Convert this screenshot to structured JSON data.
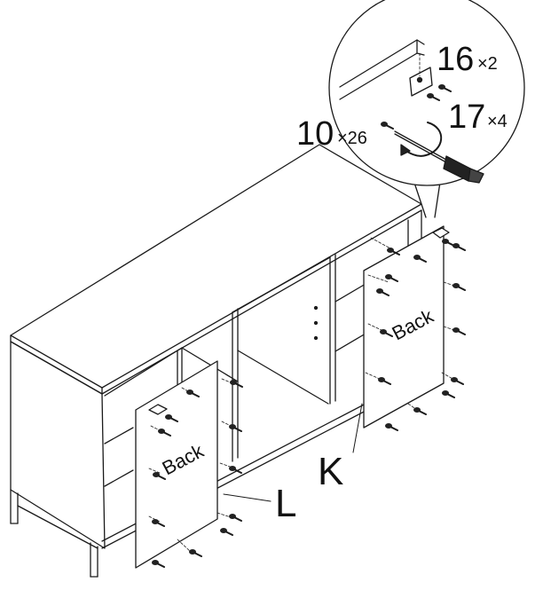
{
  "parts": {
    "panel_left": {
      "letter": "L",
      "text": "Back"
    },
    "panel_right": {
      "letter": "K",
      "text": "Back"
    }
  },
  "hardware": [
    {
      "id": "16",
      "qty": "×2"
    },
    {
      "id": "17",
      "qty": "×4"
    },
    {
      "id": "10",
      "qty": "×26"
    }
  ],
  "colors": {
    "line": "#1a1a1a",
    "fill": "#ffffff"
  }
}
